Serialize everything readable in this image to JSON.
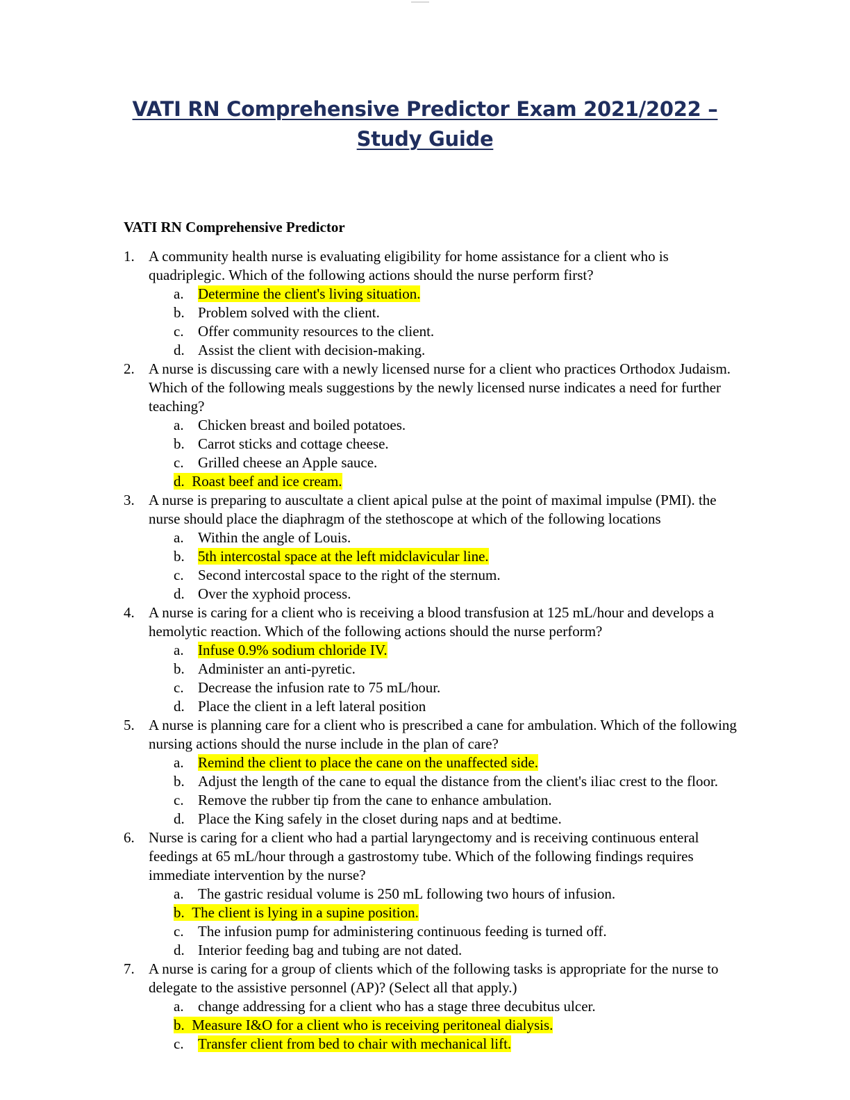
{
  "document": {
    "title_line1": "VATI RN Comprehensive Predictor Exam 2021/2022 –",
    "title_line2": "Study Guide",
    "section_heading": "VATI RN Comprehensive Predictor",
    "questions": [
      {
        "number": "1.",
        "text": "A community health nurse is evaluating eligibility for home assistance for a client who is quadriplegic. Which of the following actions should the nurse perform first?",
        "options": [
          {
            "letter": "a.",
            "text": "Determine the client's living situation.",
            "highlighted": true
          },
          {
            "letter": "b.",
            "text": "Problem solved with the client.",
            "highlighted": false
          },
          {
            "letter": "c.",
            "text": "Offer community resources to the client.",
            "highlighted": false
          },
          {
            "letter": "d.",
            "text": "Assist the client with decision-making.",
            "highlighted": false
          }
        ]
      },
      {
        "number": "2.",
        "text": "A nurse is discussing care with a newly licensed nurse for a client who practices Orthodox Judaism. Which of the following meals suggestions by the newly licensed nurse indicates a need for further teaching?",
        "options": [
          {
            "letter": "a.",
            "text": "Chicken breast and boiled potatoes.",
            "highlighted": false
          },
          {
            "letter": "b.",
            "text": "Carrot sticks and cottage cheese.",
            "highlighted": false
          },
          {
            "letter": "c.",
            "text": "Grilled cheese an Apple sauce.",
            "highlighted": false
          },
          {
            "letter": "d.",
            "text": "Roast beef and ice cream.",
            "highlighted": true,
            "full": true
          }
        ]
      },
      {
        "number": "3.",
        "text": "A nurse is preparing to auscultate a client apical pulse at the point of maximal impulse (PMI). the nurse should place the diaphragm of the stethoscope at which of the following locations",
        "options": [
          {
            "letter": "a.",
            "text": "Within the angle of Louis.",
            "highlighted": false
          },
          {
            "letter": "b.",
            "text": "5th intercostal space at the left midclavicular line.",
            "highlighted": true
          },
          {
            "letter": "c.",
            "text": "Second intercostal space to the right of the sternum.",
            "highlighted": false
          },
          {
            "letter": "d.",
            "text": "Over the xyphoid process.",
            "highlighted": false
          }
        ]
      },
      {
        "number": "4.",
        "text": "A nurse is caring for a client who is receiving a blood transfusion at 125 mL/hour and develops a hemolytic reaction. Which of the following actions should the nurse perform?",
        "options": [
          {
            "letter": "a.",
            "text": "Infuse 0.9% sodium chloride IV.",
            "highlighted": true
          },
          {
            "letter": "b.",
            "text": "Administer an anti-pyretic.",
            "highlighted": false
          },
          {
            "letter": "c.",
            "text": "Decrease the infusion rate to 75 mL/hour.",
            "highlighted": false
          },
          {
            "letter": "d.",
            "text": "Place the client in a left lateral position",
            "highlighted": false
          }
        ]
      },
      {
        "number": "5.",
        "text": "A nurse is planning care for a client who is prescribed a cane for ambulation. Which of the following nursing actions should the nurse include in the plan of care?",
        "options": [
          {
            "letter": "a.",
            "text": "Remind the client to place the cane on the unaffected side.",
            "highlighted": true
          },
          {
            "letter": "b.",
            "text": "Adjust the length of the cane to equal the distance from the client's iliac crest to the floor.",
            "highlighted": false
          },
          {
            "letter": "c.",
            "text": "Remove the rubber tip from the cane to enhance ambulation.",
            "highlighted": false
          },
          {
            "letter": "d.",
            "text": "Place the King safely in the closet during naps and at bedtime.",
            "highlighted": false
          }
        ]
      },
      {
        "number": "6.",
        "text": "Nurse is caring for a client who had a partial laryngectomy and is receiving continuous enteral feedings at 65 mL/hour through a gastrostomy tube. Which of the following findings requires immediate intervention by the nurse?",
        "options": [
          {
            "letter": "a.",
            "text": "The gastric residual volume is 250 mL following two hours of infusion.",
            "highlighted": false
          },
          {
            "letter": "b.",
            "text": "The client is lying in a supine position.",
            "highlighted": true,
            "full": true
          },
          {
            "letter": "c.",
            "text": "The infusion pump for administering continuous feeding is turned off.",
            "highlighted": false
          },
          {
            "letter": "d.",
            "text": "Interior feeding bag and tubing are not dated.",
            "highlighted": false
          }
        ]
      },
      {
        "number": "7.",
        "text": "A nurse is caring for a group of clients which of the following tasks is appropriate for the nurse to delegate to the assistive personnel (AP)? (Select all that apply.)",
        "options": [
          {
            "letter": "a.",
            "text": "change addressing for a client who has a stage three decubitus ulcer.",
            "highlighted": false
          },
          {
            "letter": "b.",
            "text": "Measure I&O for a client who is receiving peritoneal dialysis.",
            "highlighted": true,
            "full": true
          },
          {
            "letter": "c.",
            "text": "Transfer client from bed to chair with mechanical lift.",
            "highlighted": true
          }
        ]
      }
    ]
  }
}
